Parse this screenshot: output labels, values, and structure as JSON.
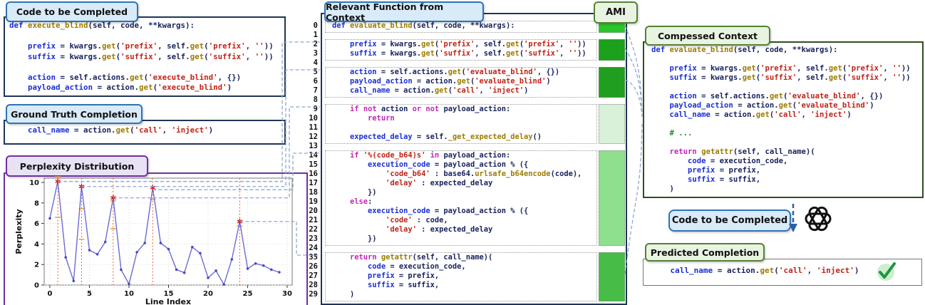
{
  "panels": {
    "code_to_complete": {
      "title": "Code to be Completed",
      "code": [
        "def execute_blind(self, code, **kwargs):",
        "",
        "    prefix = kwargs.get('prefix', self.get('prefix', ''))",
        "    suffix = kwargs.get('suffix', self.get('suffix', ''))",
        "",
        "    action = self.actions.get('execute_blind', {})",
        "    payload_action = action.get('execute_blind')"
      ]
    },
    "ground_truth": {
      "title": "Ground Truth Completion",
      "code": [
        "    call_name = action.get('call', 'inject')"
      ]
    },
    "perplexity": {
      "title": "Perplexity Distribution"
    },
    "relevant_function": {
      "title": "Relevant Function from Context",
      "ami_title": "AMI",
      "line_numbers": [
        "0",
        "1",
        "2",
        "3",
        "4",
        "5",
        "6",
        "7",
        "8",
        "9",
        "10",
        "11",
        "12",
        "13",
        "14",
        "15",
        "16",
        "17",
        "18",
        "19",
        "20",
        "21",
        "22",
        "23",
        "24",
        "35",
        "26",
        "27",
        "28",
        "29"
      ],
      "code": [
        "def evaluate_blind(self, code, **kwargs):",
        "",
        "    prefix = kwargs.get('prefix', self.get('prefix', ''))",
        "    suffix = kwargs.get('suffix', self.get('suffix', ''))",
        "",
        "    action = self.actions.get('evaluate_blind', {})",
        "    payload_action = action.get('evaluate_blind')",
        "    call_name = action.get('call', 'inject')",
        "",
        "    if not action or not payload_action:",
        "        return",
        "",
        "    expected_delay = self._get_expected_delay()",
        "",
        "    if '%(code_b64)s' in payload_action:",
        "        execution_code = payload_action % ({",
        "            'code_b64' : base64.urlsafe_b64encode(code),",
        "            'delay' : expected_delay",
        "        })",
        "    else:",
        "        execution_code = payload_action % ({",
        "            'code' : code,",
        "            'delay' : expected_delay",
        "        })",
        "",
        "    return getattr(self, call_name)(",
        "        code = execution_code,",
        "        prefix = prefix,",
        "        suffix = suffix,",
        "    )"
      ],
      "blocks": [
        {
          "lines": [
            0,
            0
          ],
          "ami_color": "#2bc52b"
        },
        {
          "lines": [
            2,
            3
          ],
          "ami_color": "#1ba11b"
        },
        {
          "lines": [
            5,
            7
          ],
          "ami_color": "#1f9e1f"
        },
        {
          "lines": [
            9,
            12
          ],
          "ami_color": "#d8f1d8"
        },
        {
          "lines": [
            14,
            23
          ],
          "ami_color": "#8ee08e"
        },
        {
          "lines": [
            25,
            29
          ],
          "ami_color": "#47bd47"
        }
      ]
    },
    "compressed": {
      "title": "Compessed Context",
      "code": [
        "def evaluate_blind(self, code, **kwargs):",
        "",
        "    prefix = kwargs.get('prefix', self.get('prefix', ''))",
        "    suffix = kwargs.get('suffix', self.get('suffix', ''))",
        "",
        "    action = self.actions.get('evaluate_blind', {})",
        "    payload_action = action.get('evaluate_blind')",
        "    call_name = action.get('call', 'inject')",
        "",
        "    # ...",
        "",
        "    return getattr(self, call_name)(",
        "        code = execution_code,",
        "        prefix = prefix,",
        "        suffix = suffix,",
        "    )"
      ]
    },
    "prompt_button": "Code to be Completed",
    "predicted": {
      "title": "Predicted Completion",
      "code": [
        "    call_name = action.get('call', 'inject')"
      ]
    }
  },
  "chart_data": {
    "type": "line",
    "title": "Perplexity Distribution",
    "xlabel": "Line Index",
    "ylabel": "Perplexity",
    "x": [
      0,
      1,
      2,
      3,
      4,
      5,
      6,
      7,
      8,
      9,
      10,
      11,
      12,
      13,
      14,
      15,
      16,
      17,
      18,
      19,
      20,
      21,
      22,
      23,
      24,
      25,
      26,
      27,
      28,
      29
    ],
    "y": [
      6.5,
      10.1,
      2.7,
      0.4,
      9.6,
      3.4,
      3.0,
      4.2,
      8.5,
      1.5,
      0.1,
      3.2,
      4.1,
      9.5,
      4.1,
      3.5,
      1.5,
      1.2,
      3.7,
      3.1,
      0.7,
      1.4,
      0.05,
      2.5,
      6.2,
      1.6,
      2.1,
      1.9,
      1.5,
      1.25
    ],
    "peak_indices": [
      1,
      4,
      8,
      13,
      24
    ],
    "peak_ticks": {
      "1": [
        10.55,
        6.6
      ],
      "4": [
        7.45,
        4.45
      ],
      "8": [
        8.2,
        5.5
      ],
      "13": [
        8.35
      ],
      "24": [
        5.75
      ]
    },
    "xticks": [
      0,
      5,
      10,
      15,
      20,
      25,
      30
    ],
    "yticks": [
      0,
      2,
      4,
      6,
      8,
      10
    ],
    "xlim": [
      -1,
      31
    ],
    "ylim": [
      -0.3,
      11
    ],
    "grid": true,
    "legend": "none",
    "line_color": "#6b6bd6",
    "marker_color": "#4a4ac0",
    "peak_marker_color": "#d02020",
    "peak_vline_color": "#e8602a",
    "peak_tick_color": "#f0a030"
  },
  "colors": {
    "navy_border": "#1f3557",
    "blue_tab_border": "#2e74b5",
    "purple_border": "#7030a0",
    "green_tab_border": "#538135",
    "compressed_border": "#2f4f1f",
    "connector": "#8fa6cf",
    "check_green": "#1d9640"
  }
}
